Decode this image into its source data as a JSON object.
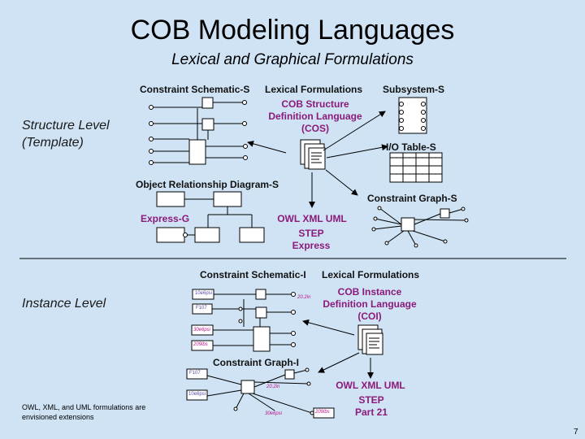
{
  "slide": {
    "title": "COB Modeling Languages",
    "subtitle": "Lexical and Graphical Formulations",
    "page_number": "7"
  },
  "sections": {
    "structure_label": "Structure Level (Template)",
    "instance_label": "Instance Level"
  },
  "structure": {
    "constraint_schematic": "Constraint Schematic-S",
    "lexical_formulations": "Lexical Formulations",
    "subsystem": "Subsystem-S",
    "cos_language": "COB Structure Definition Language (COS)",
    "io_table": "I/O Table-S",
    "object_relationship_diagram": "Object Relationship Diagram-S",
    "constraint_graph": "Constraint Graph-S",
    "express_g": "Express-G",
    "owl_xml_uml": "OWL XML UML",
    "step_express": "STEP Express"
  },
  "instance": {
    "constraint_schematic": "Constraint Schematic-I",
    "lexical_formulations": "Lexical Formulations",
    "coi_language": "COB Instance Definition Language (COI)",
    "constraint_graph": "Constraint Graph-I",
    "owl_xml_uml": "OWL XML UML",
    "step_part21": "STEP Part 21",
    "schematic_values": [
      "10e6psi",
      "F107",
      "20.2in",
      "30e6psi",
      "209lbs"
    ],
    "graph_values": [
      "F107",
      "10e6psi",
      "20.2in",
      "30e6psi",
      "209lbs"
    ]
  },
  "footnote": "OWL, XML, and UML formulations are envisioned extensions",
  "colors": {
    "background": "#cfe3f5",
    "accent_text": "#8b1a7a",
    "value_label": "#5a4aa8",
    "value_highlight": "#c0168a"
  }
}
